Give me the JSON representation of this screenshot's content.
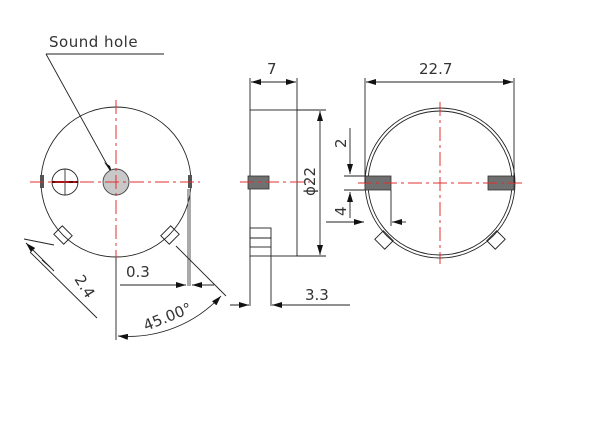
{
  "drawing": {
    "title": "Buzzer outline drawing",
    "line_color": "#1a1a1a",
    "centerline_color": "#e03030",
    "pad_color": "#707070",
    "sound_hole_fill": "#c8c8c8"
  },
  "front_view": {
    "callout_label": "Sound hole",
    "dim_pin_width": "2.4",
    "dim_pin_offset": "0.3",
    "dim_angle": "45.00°"
  },
  "side_view": {
    "dim_thickness": "7",
    "dim_diameter": "ϕ22",
    "dim_pin_length": "3.3"
  },
  "back_view": {
    "dim_overall_width": "22.7",
    "dim_pad_top": "2",
    "dim_pad_bottom": "4"
  }
}
